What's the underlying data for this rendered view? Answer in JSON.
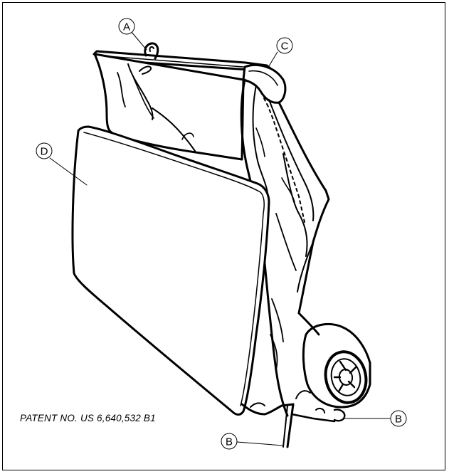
{
  "figure": {
    "patent_text": "PATENT NO. US 6,640,532 B1",
    "callouts": {
      "a": "A",
      "b_right": "B",
      "b_bottom": "B",
      "c": "C",
      "d": "D"
    }
  },
  "colors": {
    "line": "#000000",
    "background": "#ffffff"
  }
}
